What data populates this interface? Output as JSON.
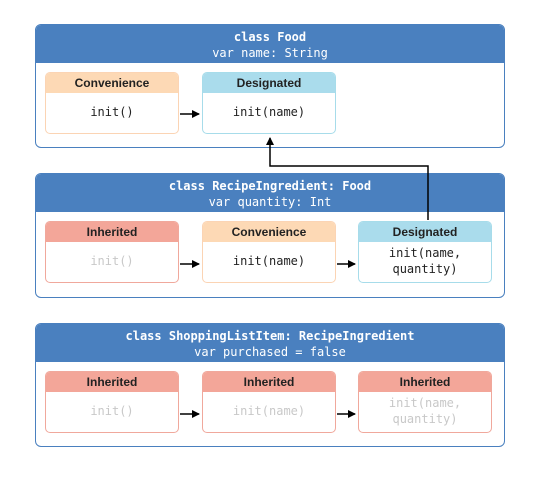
{
  "classes": [
    {
      "name": "class Food",
      "property": "var name: String",
      "initializers": [
        {
          "kind": "Convenience",
          "signature": "init()",
          "style": "convenience"
        },
        {
          "kind": "Designated",
          "signature": "init(name)",
          "style": "designated"
        }
      ]
    },
    {
      "name": "class RecipeIngredient: Food",
      "property": "var quantity: Int",
      "initializers": [
        {
          "kind": "Inherited",
          "signature": "init()",
          "style": "inherited"
        },
        {
          "kind": "Convenience",
          "signature": "init(name)",
          "style": "convenience"
        },
        {
          "kind": "Designated",
          "signature_line1": "init(name,",
          "signature_line2": "quantity)",
          "style": "designated"
        }
      ]
    },
    {
      "name": "class ShoppingListItem: RecipeIngredient",
      "property": "var purchased = false",
      "initializers": [
        {
          "kind": "Inherited",
          "signature": "init()",
          "style": "inherited"
        },
        {
          "kind": "Inherited",
          "signature": "init(name)",
          "style": "inherited"
        },
        {
          "kind": "Inherited",
          "signature_line1": "init(name,",
          "signature_line2": "quantity)",
          "style": "inherited"
        }
      ]
    }
  ],
  "colors": {
    "class_header": "#4a80bf",
    "convenience": "#fdd9b5",
    "designated": "#aadcec",
    "inherited": "#f3a699",
    "arrow": "#000000"
  }
}
